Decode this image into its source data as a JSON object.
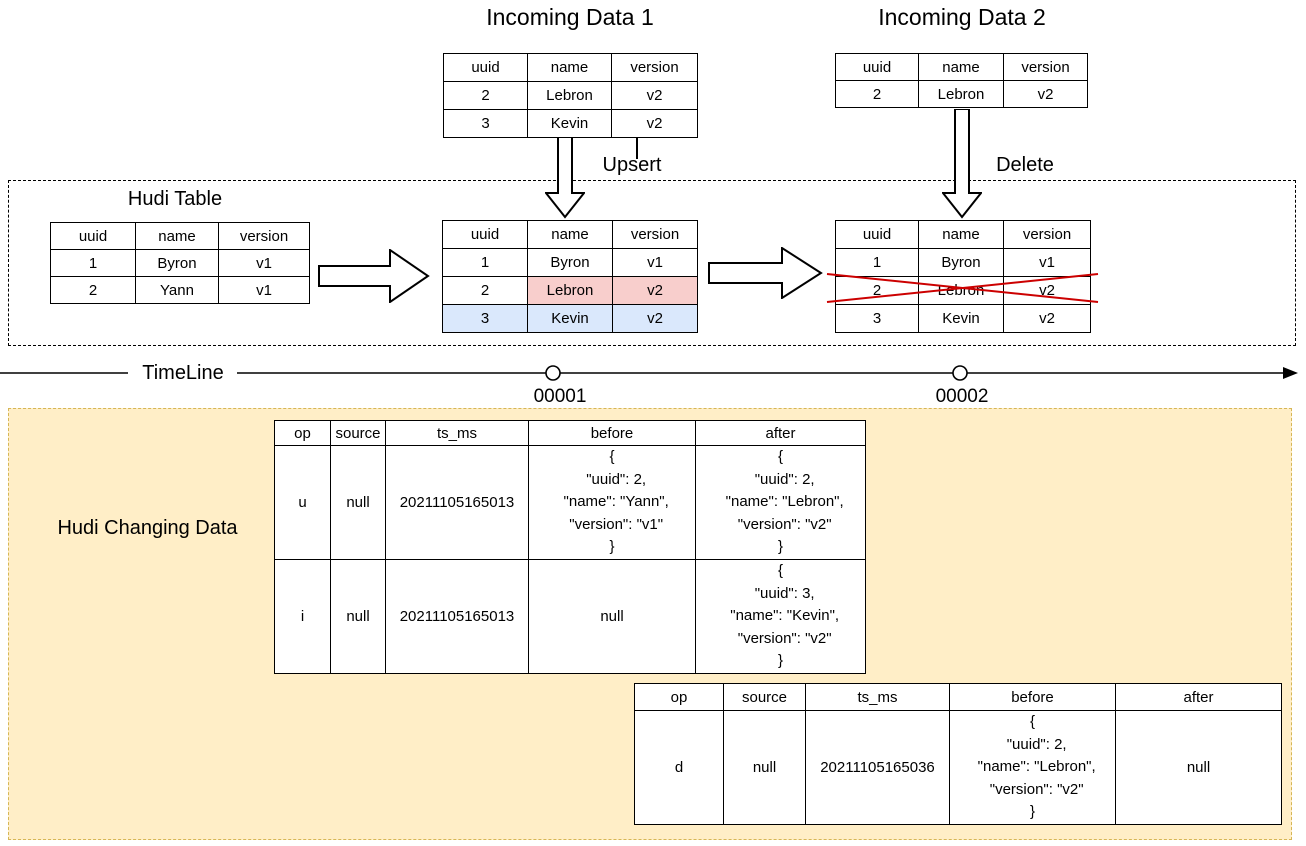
{
  "titles": {
    "incoming1": "Incoming Data 1",
    "incoming2": "Incoming Data 2",
    "hudi_table": "Hudi Table",
    "timeline": "TimeLine",
    "upsert": "Upsert",
    "delete": "Delete",
    "changing_data": "Hudi Changing Data"
  },
  "timeline": {
    "commit1": "00001",
    "commit2": "00002"
  },
  "colors": {
    "upserted_cells_fill": "#f8cecc",
    "upserted_cells_border": "#b85450",
    "inserted_row_fill": "#dae8fc",
    "inserted_row_border": "#6c8ebf",
    "changing_box_fill": "#ffeec7",
    "changing_box_border": "#d6b656",
    "delete_cross": "#cc0000"
  },
  "tables": {
    "incoming1": {
      "headers": [
        "uuid",
        "name",
        "version"
      ],
      "rows": [
        [
          "2",
          "Lebron",
          "v2"
        ],
        [
          "3",
          "Kevin",
          "v2"
        ]
      ]
    },
    "incoming2": {
      "headers": [
        "uuid",
        "name",
        "version"
      ],
      "rows": [
        [
          "2",
          "Lebron",
          "v2"
        ]
      ]
    },
    "hudi_initial": {
      "headers": [
        "uuid",
        "name",
        "version"
      ],
      "rows": [
        [
          "1",
          "Byron",
          "v1"
        ],
        [
          "2",
          "Yann",
          "v1"
        ]
      ]
    },
    "hudi_after_upsert": {
      "headers": [
        "uuid",
        "name",
        "version"
      ],
      "rows": [
        [
          "1",
          "Byron",
          "v1"
        ],
        [
          "2",
          "Lebron",
          "v2"
        ],
        [
          "3",
          "Kevin",
          "v2"
        ]
      ]
    },
    "hudi_after_delete": {
      "headers": [
        "uuid",
        "name",
        "version"
      ],
      "rows": [
        [
          "1",
          "Byron",
          "v1"
        ],
        [
          "2",
          "Lebron",
          "v2"
        ],
        [
          "3",
          "Kevin",
          "v2"
        ]
      ]
    },
    "cdc1": {
      "headers": [
        "op",
        "source",
        "ts_ms",
        "before",
        "after"
      ],
      "rows": [
        [
          "u",
          "null",
          "20211105165013",
          "{\n  \"uuid\": 2,\n  \"name\": \"Yann\",\n  \"version\": \"v1\"\n}",
          "{\n  \"uuid\": 2,\n  \"name\": \"Lebron\",\n  \"version\": \"v2\"\n}"
        ],
        [
          "i",
          "null",
          "20211105165013",
          "null",
          "{\n  \"uuid\": 3,\n  \"name\": \"Kevin\",\n  \"version\": \"v2\"\n}"
        ]
      ]
    },
    "cdc2": {
      "headers": [
        "op",
        "source",
        "ts_ms",
        "before",
        "after"
      ],
      "rows": [
        [
          "d",
          "null",
          "20211105165036",
          "{\n  \"uuid\": 2,\n  \"name\": \"Lebron\",\n  \"version\": \"v2\"\n}",
          "null"
        ]
      ]
    }
  }
}
